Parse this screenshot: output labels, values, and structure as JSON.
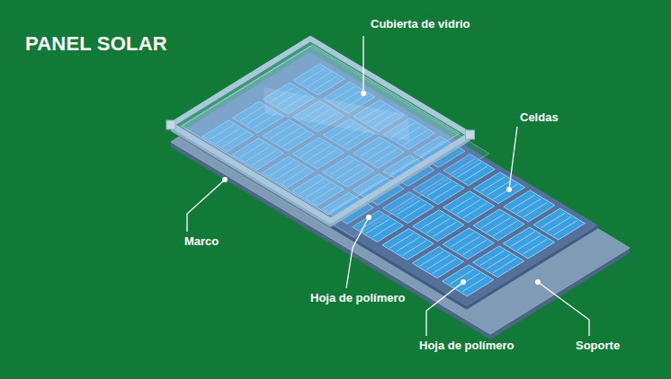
{
  "diagram": {
    "title": "PANEL SOLAR",
    "labels": [
      "Cubierta de vidrio",
      "Celdas",
      "Marco",
      "Hoja de polímero",
      "Hoja de polímero",
      "Soporte"
    ]
  }
}
